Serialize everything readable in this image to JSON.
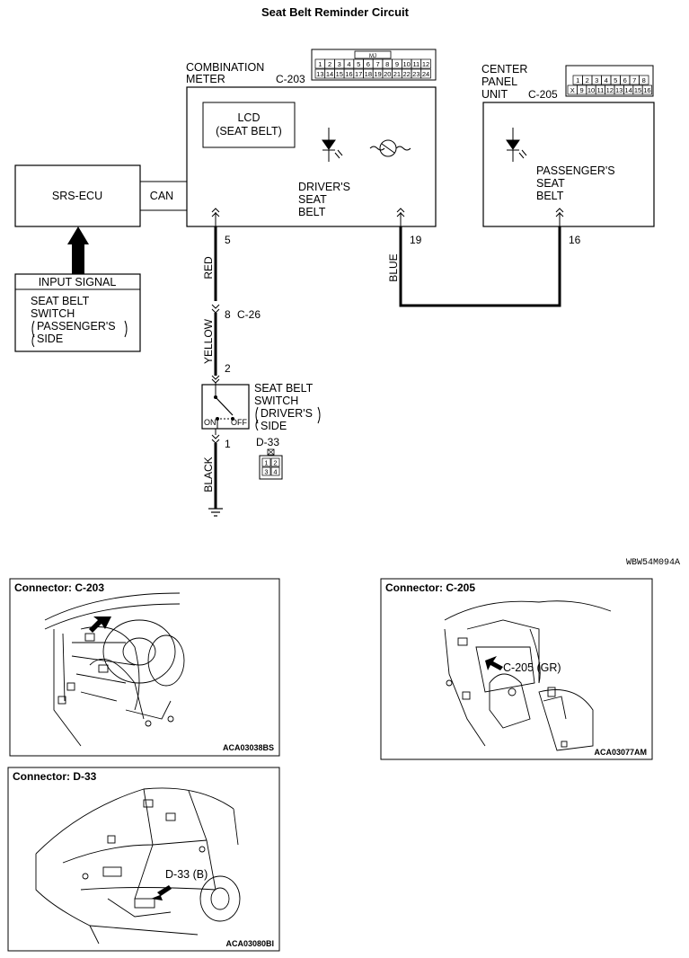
{
  "title": "Seat Belt Reminder Circuit",
  "diagram_id": "WBW54M094A",
  "combination_meter": {
    "label_line1": "COMBINATION",
    "label_line2": "METER",
    "connector": "C-203",
    "lcd_line1": "LCD",
    "lcd_line2": "(SEAT BELT)",
    "indicator_line1": "DRIVER'S",
    "indicator_line2": "SEAT",
    "indicator_line3": "BELT",
    "pin_top": [
      "1",
      "2",
      "3",
      "4",
      "5",
      "6",
      "7",
      "8",
      "9",
      "10",
      "11",
      "12"
    ],
    "pin_bottom": [
      "13",
      "14",
      "15",
      "16",
      "17",
      "18",
      "19",
      "20",
      "21",
      "22",
      "23",
      "24"
    ],
    "pin_tag": "MJ"
  },
  "center_panel": {
    "label_line1": "CENTER",
    "label_line2": "PANEL",
    "label_line3": "UNIT",
    "connector": "C-205",
    "indicator_line1": "PASSENGER'S",
    "indicator_line2": "SEAT",
    "indicator_line3": "BELT",
    "pin_top": [
      "1",
      "2",
      "3",
      "4",
      "5",
      "6",
      "7",
      "8"
    ],
    "pin_bottom": [
      "X",
      "9",
      "10",
      "11",
      "12",
      "13",
      "14",
      "15",
      "16"
    ]
  },
  "srs_ecu": {
    "label": "SRS-ECU",
    "can": "CAN"
  },
  "input_signal": {
    "header": "INPUT SIGNAL",
    "line1": "SEAT BELT",
    "line2": "SWITCH",
    "line3": "PASSENGER'S",
    "line4": "SIDE"
  },
  "wires": {
    "pin5": "5",
    "red": "RED",
    "pin8": "8",
    "c26": "C-26",
    "yellow": "YELLOW",
    "pin2": "2",
    "pin1": "1",
    "black": "BLACK",
    "pin19": "19",
    "blue": "BLUE",
    "pin16": "16"
  },
  "driver_switch": {
    "line1": "SEAT BELT",
    "line2": "SWITCH",
    "line3": "DRIVER'S",
    "line4": "SIDE",
    "on": "ON",
    "off": "OFF",
    "connector": "D-33",
    "pins": [
      "1",
      "2",
      "3",
      "4"
    ]
  },
  "connector_panels": [
    {
      "title": "Connector: C-203",
      "code": "ACA03038BS",
      "callout": ""
    },
    {
      "title": "Connector: C-205",
      "code": "ACA03077AM",
      "callout": "C-205 (GR)"
    },
    {
      "title": "Connector: D-33",
      "code": "ACA03080BI",
      "callout": "D-33 (B)"
    }
  ]
}
